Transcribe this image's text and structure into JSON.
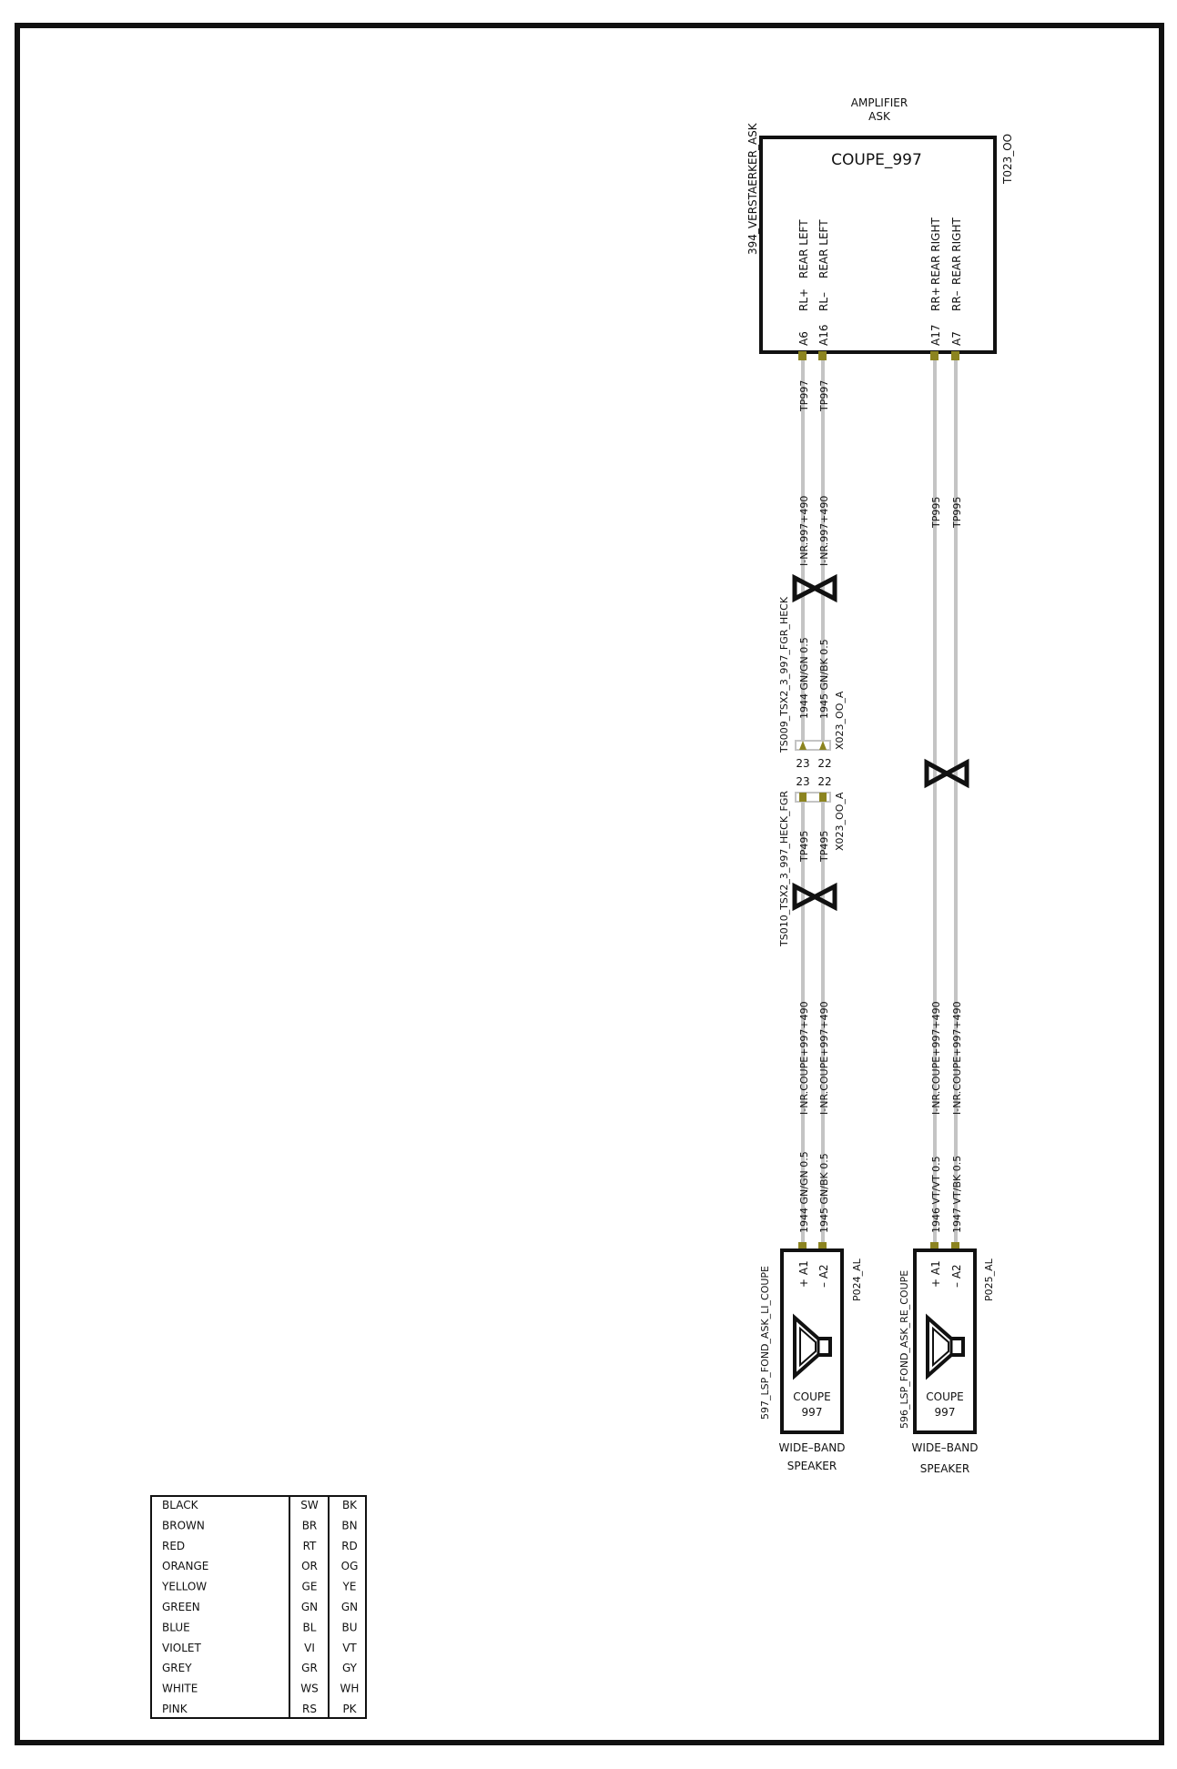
{
  "amplifier": {
    "title_line1": "AMPLIFIER",
    "title_line2": "ASK",
    "model": "COUPE_997",
    "side_label": "394_VERSTAERKER_ASK",
    "connector": "T023_OO",
    "pins": [
      {
        "id": "A6",
        "signal": "RL+",
        "desc": "REAR LEFT"
      },
      {
        "id": "A16",
        "signal": "RL–",
        "desc": "REAR LEFT"
      },
      {
        "id": "A17",
        "signal": "RR+",
        "desc": "REAR RIGHT"
      },
      {
        "id": "A7",
        "signal": "RR–",
        "desc": "REAR RIGHT"
      }
    ]
  },
  "wires": {
    "w1_tp_top": "TP997",
    "w2_tp_top": "TP997",
    "w3_tp_top": "TP995",
    "w4_tp_top": "TP995",
    "w1_inr_top": "I-NR.997+490",
    "w2_inr_top": "I-NR.997+490",
    "w1_code_top": "1944 GN/GN 0.5",
    "w2_code_top": "1945 GN/BK 0.5",
    "w1_tp_mid": "TP495",
    "w2_tp_mid": "TP495",
    "w1_inr_bot": "I-NR.COUPE+997+490",
    "w2_inr_bot": "I-NR.COUPE+997+490",
    "w3_inr_bot": "I-NR.COUPE+997+490",
    "w4_inr_bot": "I-NR.COUPE+997+490",
    "w1_code_bot": "1944 GN/GN 0.5",
    "w2_code_bot": "1945 GN/BK 0.5",
    "w3_code_bot": "1946 VT/VT 0.5",
    "w4_code_bot": "1947 VT/BK 0.5"
  },
  "splices": {
    "upper_label": "TS009_TSX2_3_997_FGR_HECK",
    "lower_label": "TS010_TSX2_3_997_HECK_FGR"
  },
  "connector_x023": {
    "label_upper": "X023_OO_A",
    "label_lower": "X023_OO_A",
    "pin_a": "23",
    "pin_b": "22"
  },
  "speakers": [
    {
      "side_label": "597_LSP_FOND_ASK_LI_COUPE",
      "connector": "P024_AL",
      "pin1": "+ A1",
      "pin2": "– A2",
      "model_line1": "COUPE",
      "model_line2": "997",
      "caption_line1": "WIDE–BAND",
      "caption_line2": "SPEAKER"
    },
    {
      "side_label": "596_LSP_FOND_ASK_RE_COUPE",
      "connector": "P025_AL",
      "pin1": "+ A1",
      "pin2": "– A2",
      "model_line1": "COUPE",
      "model_line2": "997",
      "caption_line1": "WIDE–BAND",
      "caption_line2": "SPEAKER"
    }
  ],
  "color_legend": [
    {
      "name": "BLACK",
      "de": "SW",
      "en": "BK"
    },
    {
      "name": "BROWN",
      "de": "BR",
      "en": "BN"
    },
    {
      "name": "RED",
      "de": "RT",
      "en": "RD"
    },
    {
      "name": "ORANGE",
      "de": "OR",
      "en": "OG"
    },
    {
      "name": "YELLOW",
      "de": "GE",
      "en": "YE"
    },
    {
      "name": "GREEN",
      "de": "GN",
      "en": "GN"
    },
    {
      "name": "BLUE",
      "de": "BL",
      "en": "BU"
    },
    {
      "name": "VIOLET",
      "de": "VI",
      "en": "VT"
    },
    {
      "name": "GREY",
      "de": "GR",
      "en": "GY"
    },
    {
      "name": "WHITE",
      "de": "WS",
      "en": "WH"
    },
    {
      "name": "PINK",
      "de": "RS",
      "en": "PK"
    }
  ],
  "colors": {
    "wire": "#c4c4c4",
    "pin": "#8c8420",
    "line": "#111111"
  }
}
